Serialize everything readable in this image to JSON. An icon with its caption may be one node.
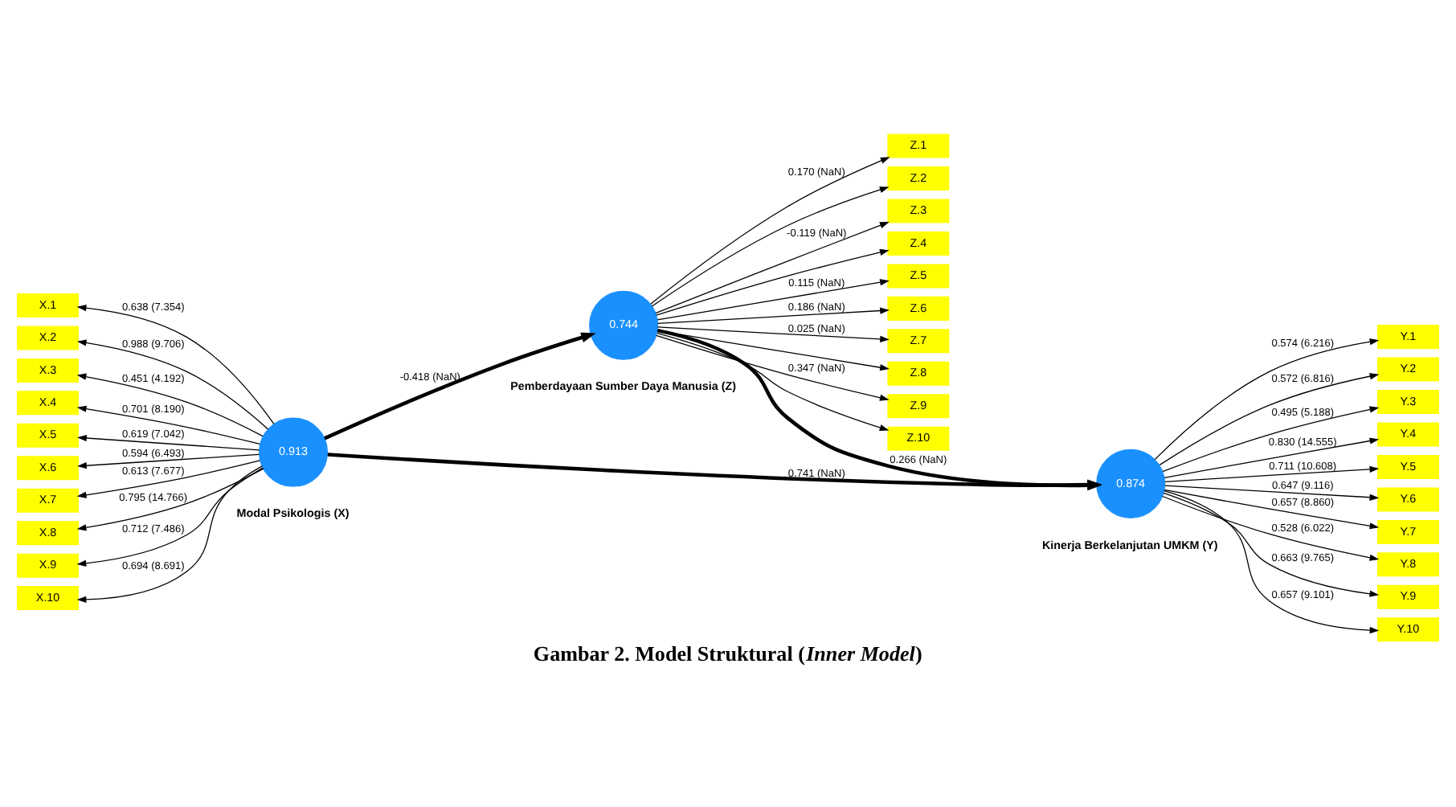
{
  "diagram": {
    "caption": "Gambar 2. Model Struktural (*Inner Model*)",
    "nodes": [
      {
        "text": [
          "Z.1"
        ]
      },
      {
        "text": [
          "Z.2"
        ]
      },
      {
        "text": [
          "Z.3"
        ]
      },
      {
        "text": [
          "Z.4"
        ]
      },
      {
        "text": [
          "Z.5"
        ]
      },
      {
        "text": [
          "Z.6"
        ]
      },
      {
        "text": [
          "Z.7"
        ]
      },
      {
        "text": [
          "Z.8"
        ]
      },
      {
        "text": [
          "Z.9"
        ]
      },
      {
        "text": [
          "Z.10"
        ]
      },
      {
        "text": [
          "X.1"
        ]
      },
      {
        "text": [
          "X.2"
        ]
      },
      {
        "text": [
          "X.3"
        ]
      },
      {
        "text": [
          "X.4"
        ]
      },
      {
        "text": [
          "X.5"
        ]
      },
      {
        "text": [
          "X.6"
        ]
      },
      {
        "text": [
          "X.7"
        ]
      },
      {
        "text": [
          "X.8"
        ]
      },
      {
        "text": [
          "X.9"
        ]
      },
      {
        "text": [
          "X.10"
        ]
      },
      {
        "text": [
          "0.744"
        ],
        "beside": [
          "Pemberdayaan Sumber Daya Manusia (Z)"
        ]
      },
      {
        "text": [
          "0.913"
        ],
        "beside": [
          "Modal Psikologis (X)"
        ]
      },
      {
        "text": [
          "0.874"
        ],
        "beside": [
          "Kinerja Berkelanjutan UMKM (Y)"
        ]
      },
      {
        "text": [
          "Y.1"
        ]
      },
      {
        "text": [
          "Y.2"
        ]
      },
      {
        "text": [
          "Y.3"
        ]
      },
      {
        "text": [
          "Y.4"
        ]
      },
      {
        "text": [
          "Y.5"
        ]
      },
      {
        "text": [
          "Y.6"
        ]
      },
      {
        "text": [
          "Y.7"
        ]
      },
      {
        "text": [
          "Y.8"
        ]
      },
      {
        "text": [
          "Y.9"
        ]
      },
      {
        "text": [
          "Y.10"
        ]
      }
    ],
    "edges": [
      {
        "from": 20,
        "to": 0,
        "arrow": "to",
        "label": "0.170 (NaN)"
      },
      {
        "from": 20,
        "to": 1,
        "arrow": "to"
      },
      {
        "from": 20,
        "to": 2,
        "arrow": "to",
        "label": "-0.119 (NaN)"
      },
      {
        "from": 20,
        "to": 3,
        "arrow": "to"
      },
      {
        "from": 20,
        "to": 4,
        "arrow": "to",
        "label": "0.115 (NaN)"
      },
      {
        "from": 20,
        "to": 5,
        "arrow": "to",
        "label": "0.186 (NaN)"
      },
      {
        "from": 20,
        "to": 6,
        "arrow": "to",
        "label": "0.025 (NaN)"
      },
      {
        "from": 20,
        "to": 7,
        "arrow": "to"
      },
      {
        "from": 20,
        "to": 8,
        "arrow": "to",
        "label": "0.347 (NaN)"
      },
      {
        "from": 20,
        "to": 9,
        "arrow": "to"
      },
      {
        "from": 21,
        "to": 10,
        "arrow": "to",
        "label": "0.638 (7.354)"
      },
      {
        "from": 21,
        "to": 11,
        "arrow": "to",
        "label": "0.988 (9.706)"
      },
      {
        "from": 21,
        "to": 12,
        "arrow": "to",
        "label": "0.451 (4.192)"
      },
      {
        "from": 21,
        "to": 13,
        "arrow": "to",
        "label": "0.701 (8.190)"
      },
      {
        "from": 21,
        "to": 14,
        "arrow": "to",
        "label": "0.619 (7.042)"
      },
      {
        "from": 21,
        "to": 15,
        "arrow": "to",
        "label": "0.594 (6.493)"
      },
      {
        "from": 21,
        "to": 16,
        "arrow": "to",
        "label": "0.613 (7.677)"
      },
      {
        "from": 21,
        "to": 17,
        "arrow": "to",
        "label": "0.795 (14.766)"
      },
      {
        "from": 21,
        "to": 18,
        "arrow": "to",
        "label": "0.712 (7.486)"
      },
      {
        "from": 21,
        "to": 19,
        "arrow": "to",
        "label": "0.694 (8.691)"
      },
      {
        "from": 21,
        "to": 20,
        "arrow": "to",
        "label": "-0.418 (NaN)",
        "style": "thick"
      },
      {
        "from": 21,
        "to": 22,
        "arrow": "to",
        "label": "0.741 (NaN)",
        "style": "thick"
      },
      {
        "from": 20,
        "to": 22,
        "arrow": "to",
        "label": "0.266 (NaN)",
        "style": "thick"
      },
      {
        "from": 22,
        "to": 23,
        "arrow": "to",
        "label": "0.574 (6.216)"
      },
      {
        "from": 22,
        "to": 24,
        "arrow": "to",
        "label": "0.572 (6.816)"
      },
      {
        "from": 22,
        "to": 25,
        "arrow": "to",
        "label": "0.495 (5.188)"
      },
      {
        "from": 22,
        "to": 26,
        "arrow": "to",
        "label": "0.830 (14.555)"
      },
      {
        "from": 22,
        "to": 27,
        "arrow": "to",
        "label": "0.711 (10.608)"
      },
      {
        "from": 22,
        "to": 28,
        "arrow": "to",
        "label": "0.647 (9.116)"
      },
      {
        "from": 22,
        "to": 29,
        "arrow": "to",
        "label": "0.657 (8.860)"
      },
      {
        "from": 22,
        "to": 30,
        "arrow": "to",
        "label": "0.528 (6.022)"
      },
      {
        "from": 22,
        "to": 31,
        "arrow": "to",
        "label": "0.663 (9.765)"
      },
      {
        "from": 22,
        "to": 32,
        "arrow": "to",
        "label": "0.657 (9.101)"
      }
    ]
  }
}
